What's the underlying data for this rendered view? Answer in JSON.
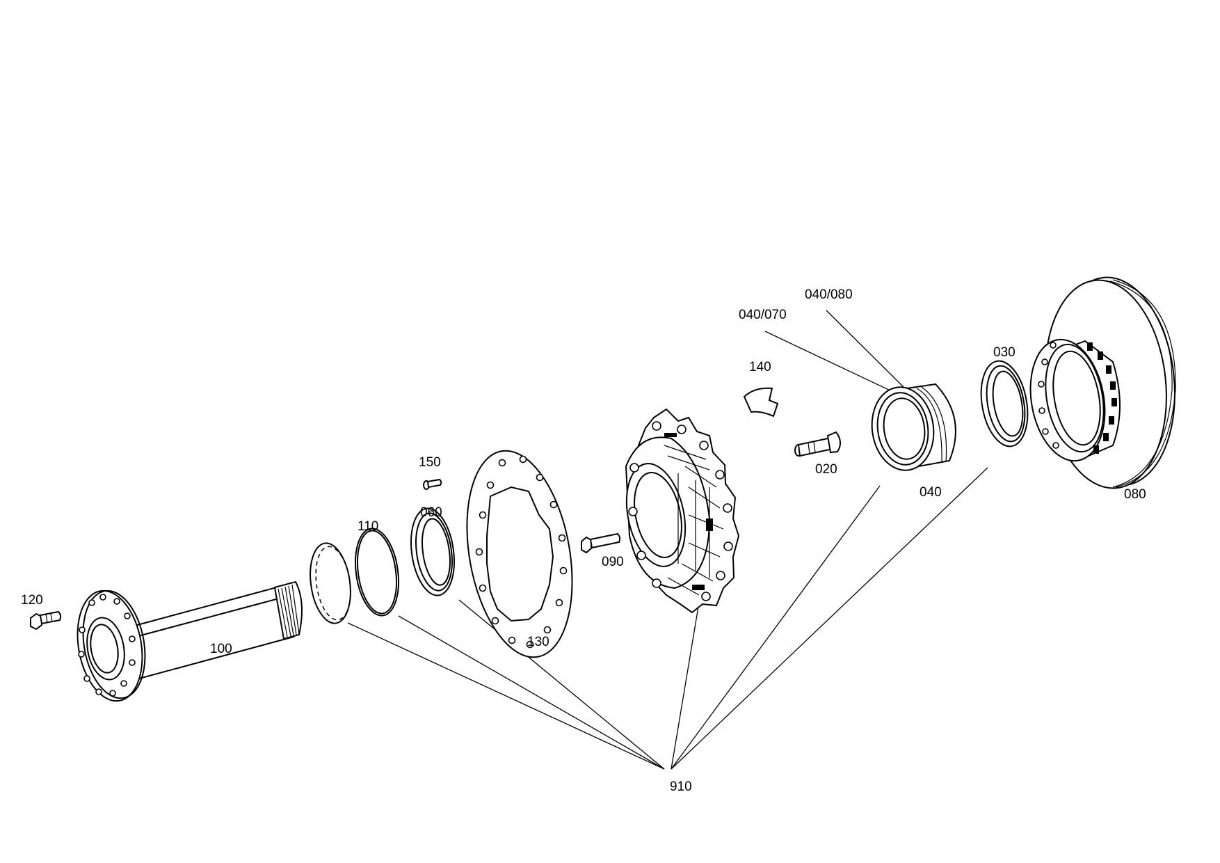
{
  "callouts": {
    "c120": "120",
    "c100": "100",
    "c110": "110",
    "c150": "150",
    "c060": "060",
    "c130": "130",
    "c090": "090",
    "c140": "140",
    "c020": "020",
    "c040_070": "040/070",
    "c040_080": "040/080",
    "c040": "040",
    "c030": "030",
    "c080": "080",
    "c910": "910"
  }
}
